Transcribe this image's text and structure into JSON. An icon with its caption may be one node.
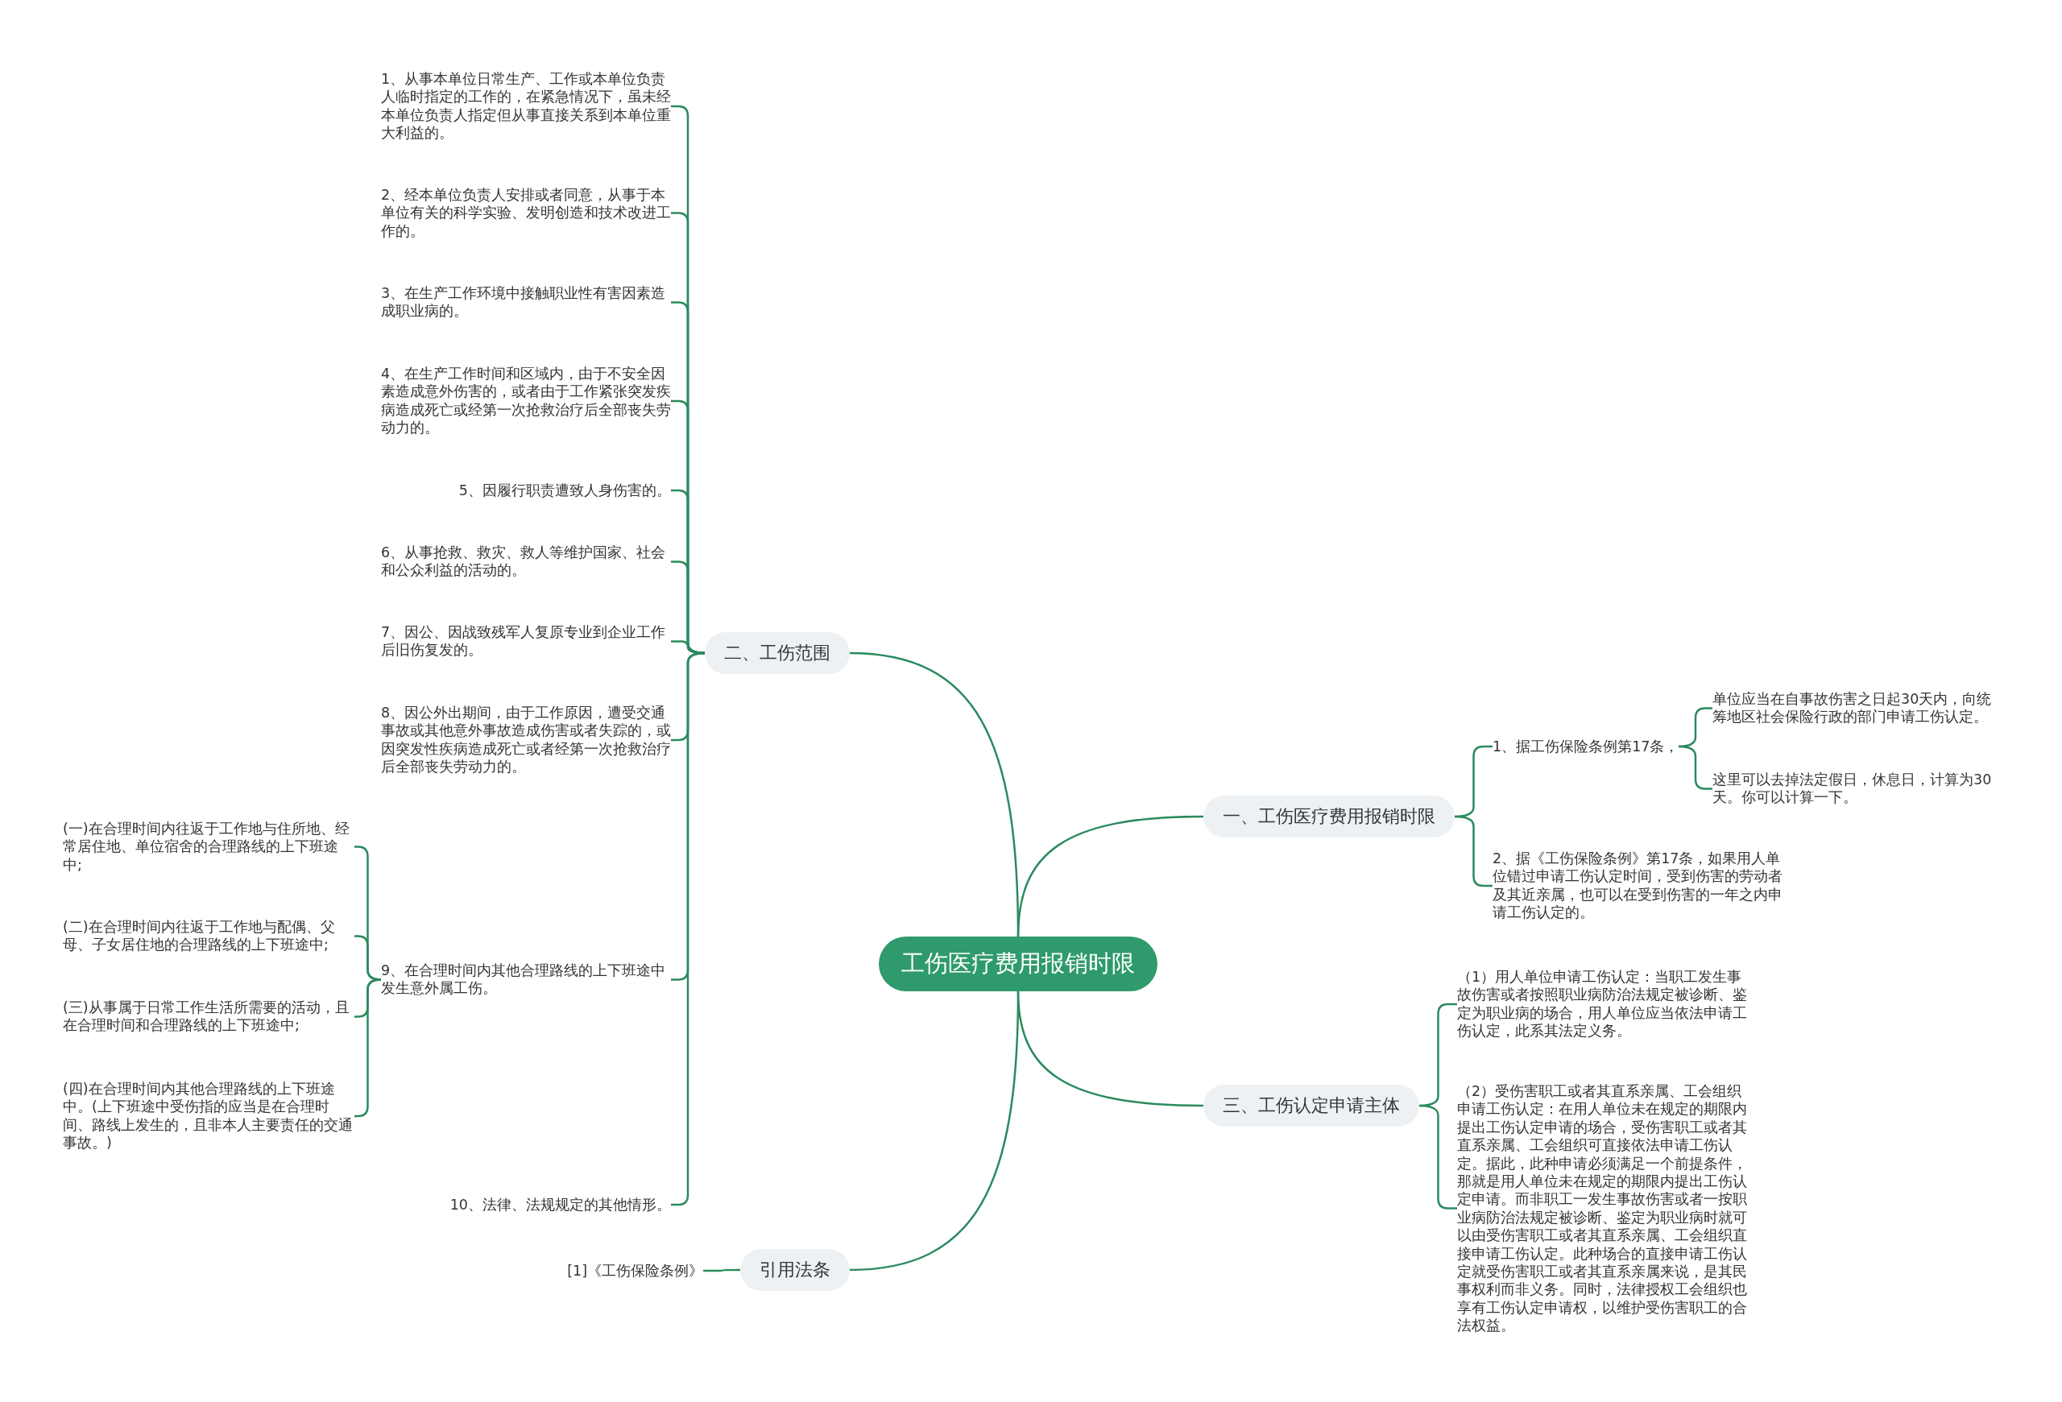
{
  "diagram": {
    "nodes": [
      {
        "text": [
          "工伤医疗费用报销时限"
        ]
      },
      {
        "text": [
          "一、工伤医疗费用报销时限"
        ]
      },
      {
        "text": [
          "1、据工伤保险条例第17条，"
        ]
      },
      {
        "text": [
          "单位应当在自事故伤害之日起30天内，向统筹地区社会保险行政的部门申请工伤认定。"
        ]
      },
      {
        "text": [
          "这里可以去掉法定假日，休息日，计算为30天。你可以计算一下。"
        ]
      },
      {
        "text": [
          "2、据《工伤保险条例》第17条，如果用人单位错过申请工伤认定时间，受到伤害的劳动者及其近亲属，也可以在受到伤害的一年之内申请工伤认定的。"
        ]
      },
      {
        "text": [
          "三、工伤认定申请主体"
        ]
      },
      {
        "text": [
          "（1）用人单位申请工伤认定：当职工发生事故伤害或者按照职业病防治法规定被诊断、鉴定为职业病的场合，用人单位应当依法申请工伤认定，此系其法定义务。"
        ]
      },
      {
        "text": [
          "（2）受伤害职工或者其直系亲属、工会组织申请工伤认定：在用人单位未在规定的期限内提出工伤认定申请的场合，受伤害职工或者其直系亲属、工会组织可直接依法申请工伤认定。据此，此种申请必须满足一个前提条件，那就是用人单位未在规定的期限内提出工伤认定申请。而非职工一发生事故伤害或者一按职业病防治法规定被诊断、鉴定为职业病时就可以由受伤害职工或者其直系亲属、工会组织直接申请工伤认定。此种场合的直接申请工伤认定就受伤害职工或者其直系亲属来说，是其民事权利而非义务。同时，法律授权工会组织也享有工伤认定申请权，以维护受伤害职工的合法权益。"
        ]
      },
      {
        "text": [
          "二、工伤范围"
        ]
      },
      {
        "text": [
          "1、从事本单位日常生产、工作或本单位负责人临时指定的工作的，在紧急情况下，虽未经本单位负责人指定但从事直接关系到本单位重大利益的。"
        ]
      },
      {
        "text": [
          "2、经本单位负责人安排或者同意，从事于本单位有关的科学实验、发明创造和技术改进工作的。"
        ]
      },
      {
        "text": [
          "3、在生产工作环境中接触职业性有害因素造成职业病的。"
        ]
      },
      {
        "text": [
          "4、在生产工作时间和区域内，由于不安全因素造成意外伤害的，或者由于工作紧张突发疾病造成死亡或经第一次抢救治疗后全部丧失劳动力的。"
        ]
      },
      {
        "text": [
          "5、因履行职责遭致人身伤害的。"
        ]
      },
      {
        "text": [
          "6、从事抢救、救灾、救人等维护国家、社会和公众利益的活动的。"
        ]
      },
      {
        "text": [
          "7、因公、因战致残军人复原专业到企业工作后旧伤复发的。"
        ]
      },
      {
        "text": [
          "8、因公外出期间，由于工作原因，遭受交通事故或其他意外事故造成伤害或者失踪的，或因突发性疾病造成死亡或者经第一次抢救治疗后全部丧失劳动力的。"
        ]
      },
      {
        "text": [
          "9、在合理时间内其他合理路线的上下班途中发生意外属工伤。"
        ]
      },
      {
        "text": [
          "(一)在合理时间内往返于工作地与住所地、经常居住地、单位宿舍的合理路线的上下班途中;"
        ]
      },
      {
        "text": [
          "(二)在合理时间内往返于工作地与配偶、父母、子女居住地的合理路线的上下班途中;"
        ]
      },
      {
        "text": [
          "(三)从事属于日常工作生活所需要的活动，且在合理时间和合理路线的上下班途中;"
        ]
      },
      {
        "text": [
          "(四)在合理时间内其他合理路线的上下班途中。(上下班途中受伤指的应当是在合理时间、路线上发生的，且非本人主要责任的交通事故。)"
        ]
      },
      {
        "text": [
          "10、法律、法规规定的其他情形。"
        ]
      },
      {
        "text": [
          "引用法条"
        ]
      },
      {
        "text": [
          "[1]《工伤保险条例》"
        ]
      }
    ],
    "edges": [
      {
        "from": 0,
        "to": 1,
        "arrow": "none"
      },
      {
        "from": 1,
        "to": 2,
        "arrow": "none"
      },
      {
        "from": 2,
        "to": 3,
        "arrow": "none"
      },
      {
        "from": 2,
        "to": 4,
        "arrow": "none"
      },
      {
        "from": 1,
        "to": 5,
        "arrow": "none"
      },
      {
        "from": 0,
        "to": 6,
        "arrow": "none"
      },
      {
        "from": 6,
        "to": 7,
        "arrow": "none"
      },
      {
        "from": 6,
        "to": 8,
        "arrow": "none"
      },
      {
        "from": 0,
        "to": 9,
        "arrow": "none"
      },
      {
        "from": 9,
        "to": 10,
        "arrow": "none"
      },
      {
        "from": 9,
        "to": 11,
        "arrow": "none"
      },
      {
        "from": 9,
        "to": 12,
        "arrow": "none"
      },
      {
        "from": 9,
        "to": 13,
        "arrow": "none"
      },
      {
        "from": 9,
        "to": 14,
        "arrow": "none"
      },
      {
        "from": 9,
        "to": 15,
        "arrow": "none"
      },
      {
        "from": 9,
        "to": 16,
        "arrow": "none"
      },
      {
        "from": 9,
        "to": 17,
        "arrow": "none"
      },
      {
        "from": 9,
        "to": 18,
        "arrow": "none"
      },
      {
        "from": 18,
        "to": 19,
        "arrow": "none"
      },
      {
        "from": 18,
        "to": 20,
        "arrow": "none"
      },
      {
        "from": 18,
        "to": 21,
        "arrow": "none"
      },
      {
        "from": 18,
        "to": 22,
        "arrow": "none"
      },
      {
        "from": 9,
        "to": 23,
        "arrow": "none"
      },
      {
        "from": 0,
        "to": 24,
        "arrow": "none"
      },
      {
        "from": 24,
        "to": 25,
        "arrow": "none"
      }
    ]
  }
}
